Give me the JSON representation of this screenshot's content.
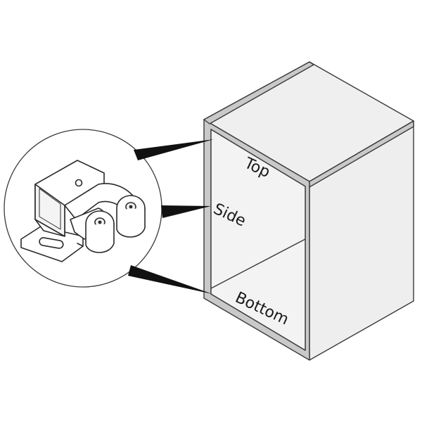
{
  "labels": {
    "top": "Top",
    "side": "Side",
    "bottom": "Bottom"
  },
  "colors": {
    "outline": "#3a3a3a",
    "panel_face": "#efefef",
    "panel_edge": "#c9c9c9",
    "pointer": "#111111",
    "background": "#ffffff"
  },
  "icons": {
    "cabinet": "cabinet-icon",
    "catch": "roller-catch-icon"
  }
}
